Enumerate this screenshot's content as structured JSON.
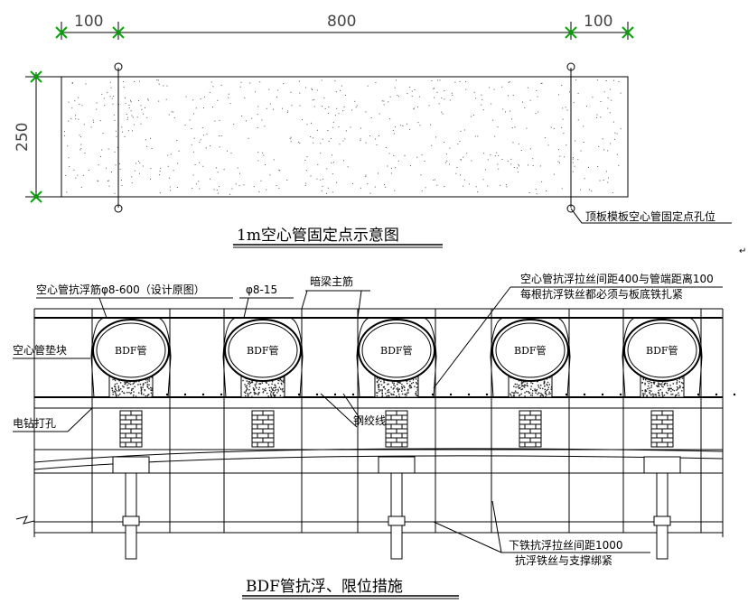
{
  "top_figure": {
    "dimensions": {
      "left": "100",
      "middle": "800",
      "right": "100",
      "height": "250"
    },
    "hole_label": "顶板模板空心管固定点孔位",
    "title": "1m空心管固定点示意图"
  },
  "bottom_figure": {
    "labels": {
      "anti_float_bar": "空心管抗浮筋φ8-600（设计原图）",
      "phi_bar": "φ8-15",
      "hidden_beam": "暗梁主筋",
      "spacing_note_line1": "空心管抗浮拉丝间距400与管端距离100",
      "spacing_note_line2": "每根抗浮铁丝都必须与板底铁扎紧",
      "tube_pad": "空心管垫块",
      "drill_hole": "电钻打孔",
      "strand": "钢绞线",
      "bottom_note_line1": "下铁抗浮拉丝间距1000",
      "bottom_note_line2": "抗浮铁丝与支撑绑紧"
    },
    "tube_label": "BDF管",
    "tube_count": 5,
    "title": "BDF管抗浮、限位措施"
  },
  "colors": {
    "dim_tick": "#00aa00",
    "line": "#000000"
  }
}
